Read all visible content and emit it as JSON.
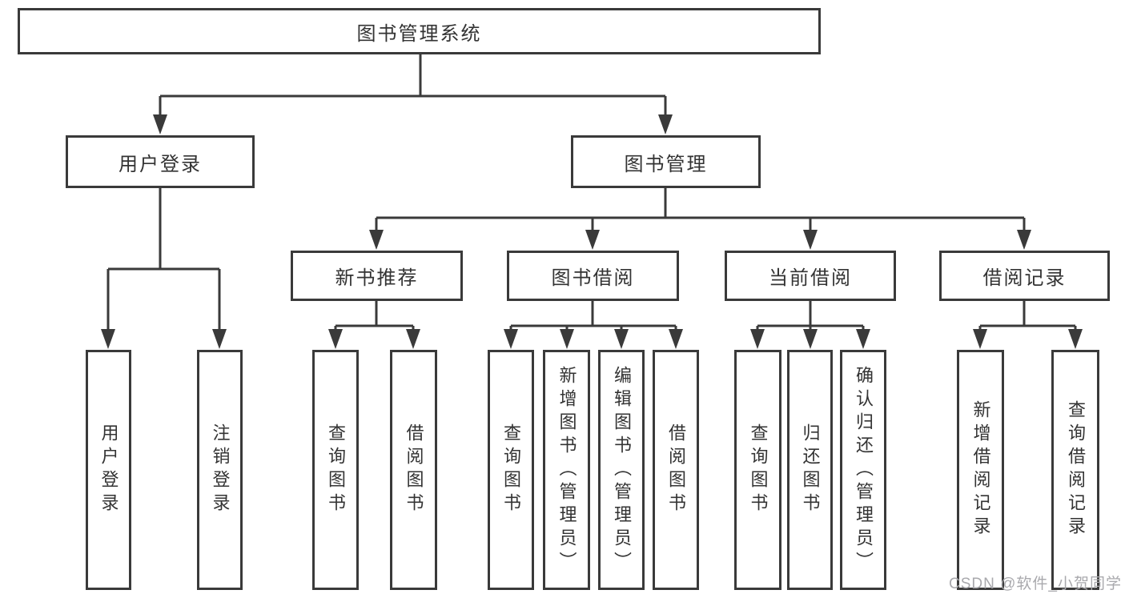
{
  "colors": {
    "line": "#3a3a3a",
    "node_border": "#3a3a3a",
    "node_fill": "#ffffff",
    "text": "#333333",
    "watermark": "#a9a9ad",
    "background": "#ffffff"
  },
  "diagram_type": "hierarchy-tree",
  "nodes": {
    "root": "图书管理系统",
    "user_login": "用户登录",
    "book_mgmt": "图书管理",
    "new_books": "新书推荐",
    "borrow": "图书借阅",
    "current": "当前借阅",
    "records": "借阅记录",
    "leaves": {
      "user_login": [
        "用户登录",
        "注销登录"
      ],
      "new_books": [
        "查询图书",
        "借阅图书"
      ],
      "borrow": [
        "查询图书",
        "新增图书（管理员）",
        "编辑图书（管理员）",
        "借阅图书"
      ],
      "current": [
        "查询图书",
        "归还图书",
        "确认归还（管理员）"
      ],
      "records": [
        "新增借阅记录",
        "查询借阅记录"
      ]
    }
  },
  "watermark": "CSDN @软件_小贺同学"
}
